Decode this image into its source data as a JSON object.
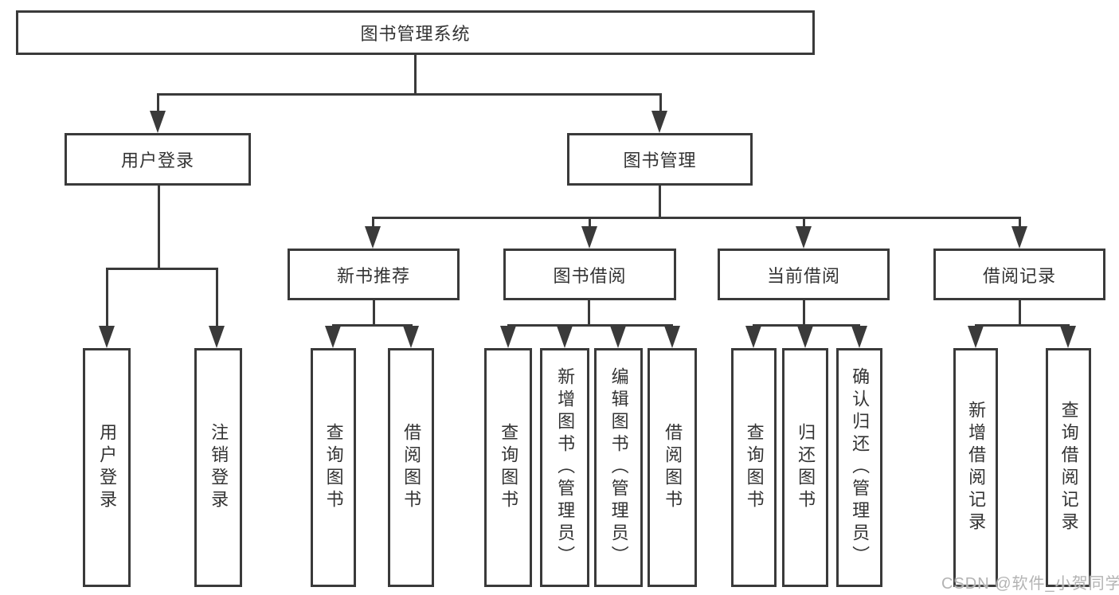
{
  "diagram": {
    "tree": {
      "label": "图书管理系统",
      "children": [
        {
          "label": "用户登录",
          "children": [
            {
              "label": "用户登录"
            },
            {
              "label": "注销登录"
            }
          ]
        },
        {
          "label": "图书管理",
          "children": [
            {
              "label": "新书推荐",
              "children": [
                {
                  "label": "查询图书"
                },
                {
                  "label": "借阅图书"
                }
              ]
            },
            {
              "label": "图书借阅",
              "children": [
                {
                  "label": "查询图书"
                },
                {
                  "label": "新增图书（管理员）"
                },
                {
                  "label": "编辑图书（管理员）"
                },
                {
                  "label": "借阅图书"
                }
              ]
            },
            {
              "label": "当前借阅",
              "children": [
                {
                  "label": "查询图书"
                },
                {
                  "label": "归还图书"
                },
                {
                  "label": "确认归还（管理员）"
                }
              ]
            },
            {
              "label": "借阅记录",
              "children": [
                {
                  "label": "新增借阅记录"
                },
                {
                  "label": "查询借阅记录"
                }
              ]
            }
          ]
        }
      ]
    },
    "colors": {
      "line": "#3a3a3a",
      "text": "#333333",
      "background": "#ffffff",
      "watermark": "#b3b3b3"
    }
  },
  "watermark": {
    "text": "CSDN @软件_小贺同学"
  }
}
